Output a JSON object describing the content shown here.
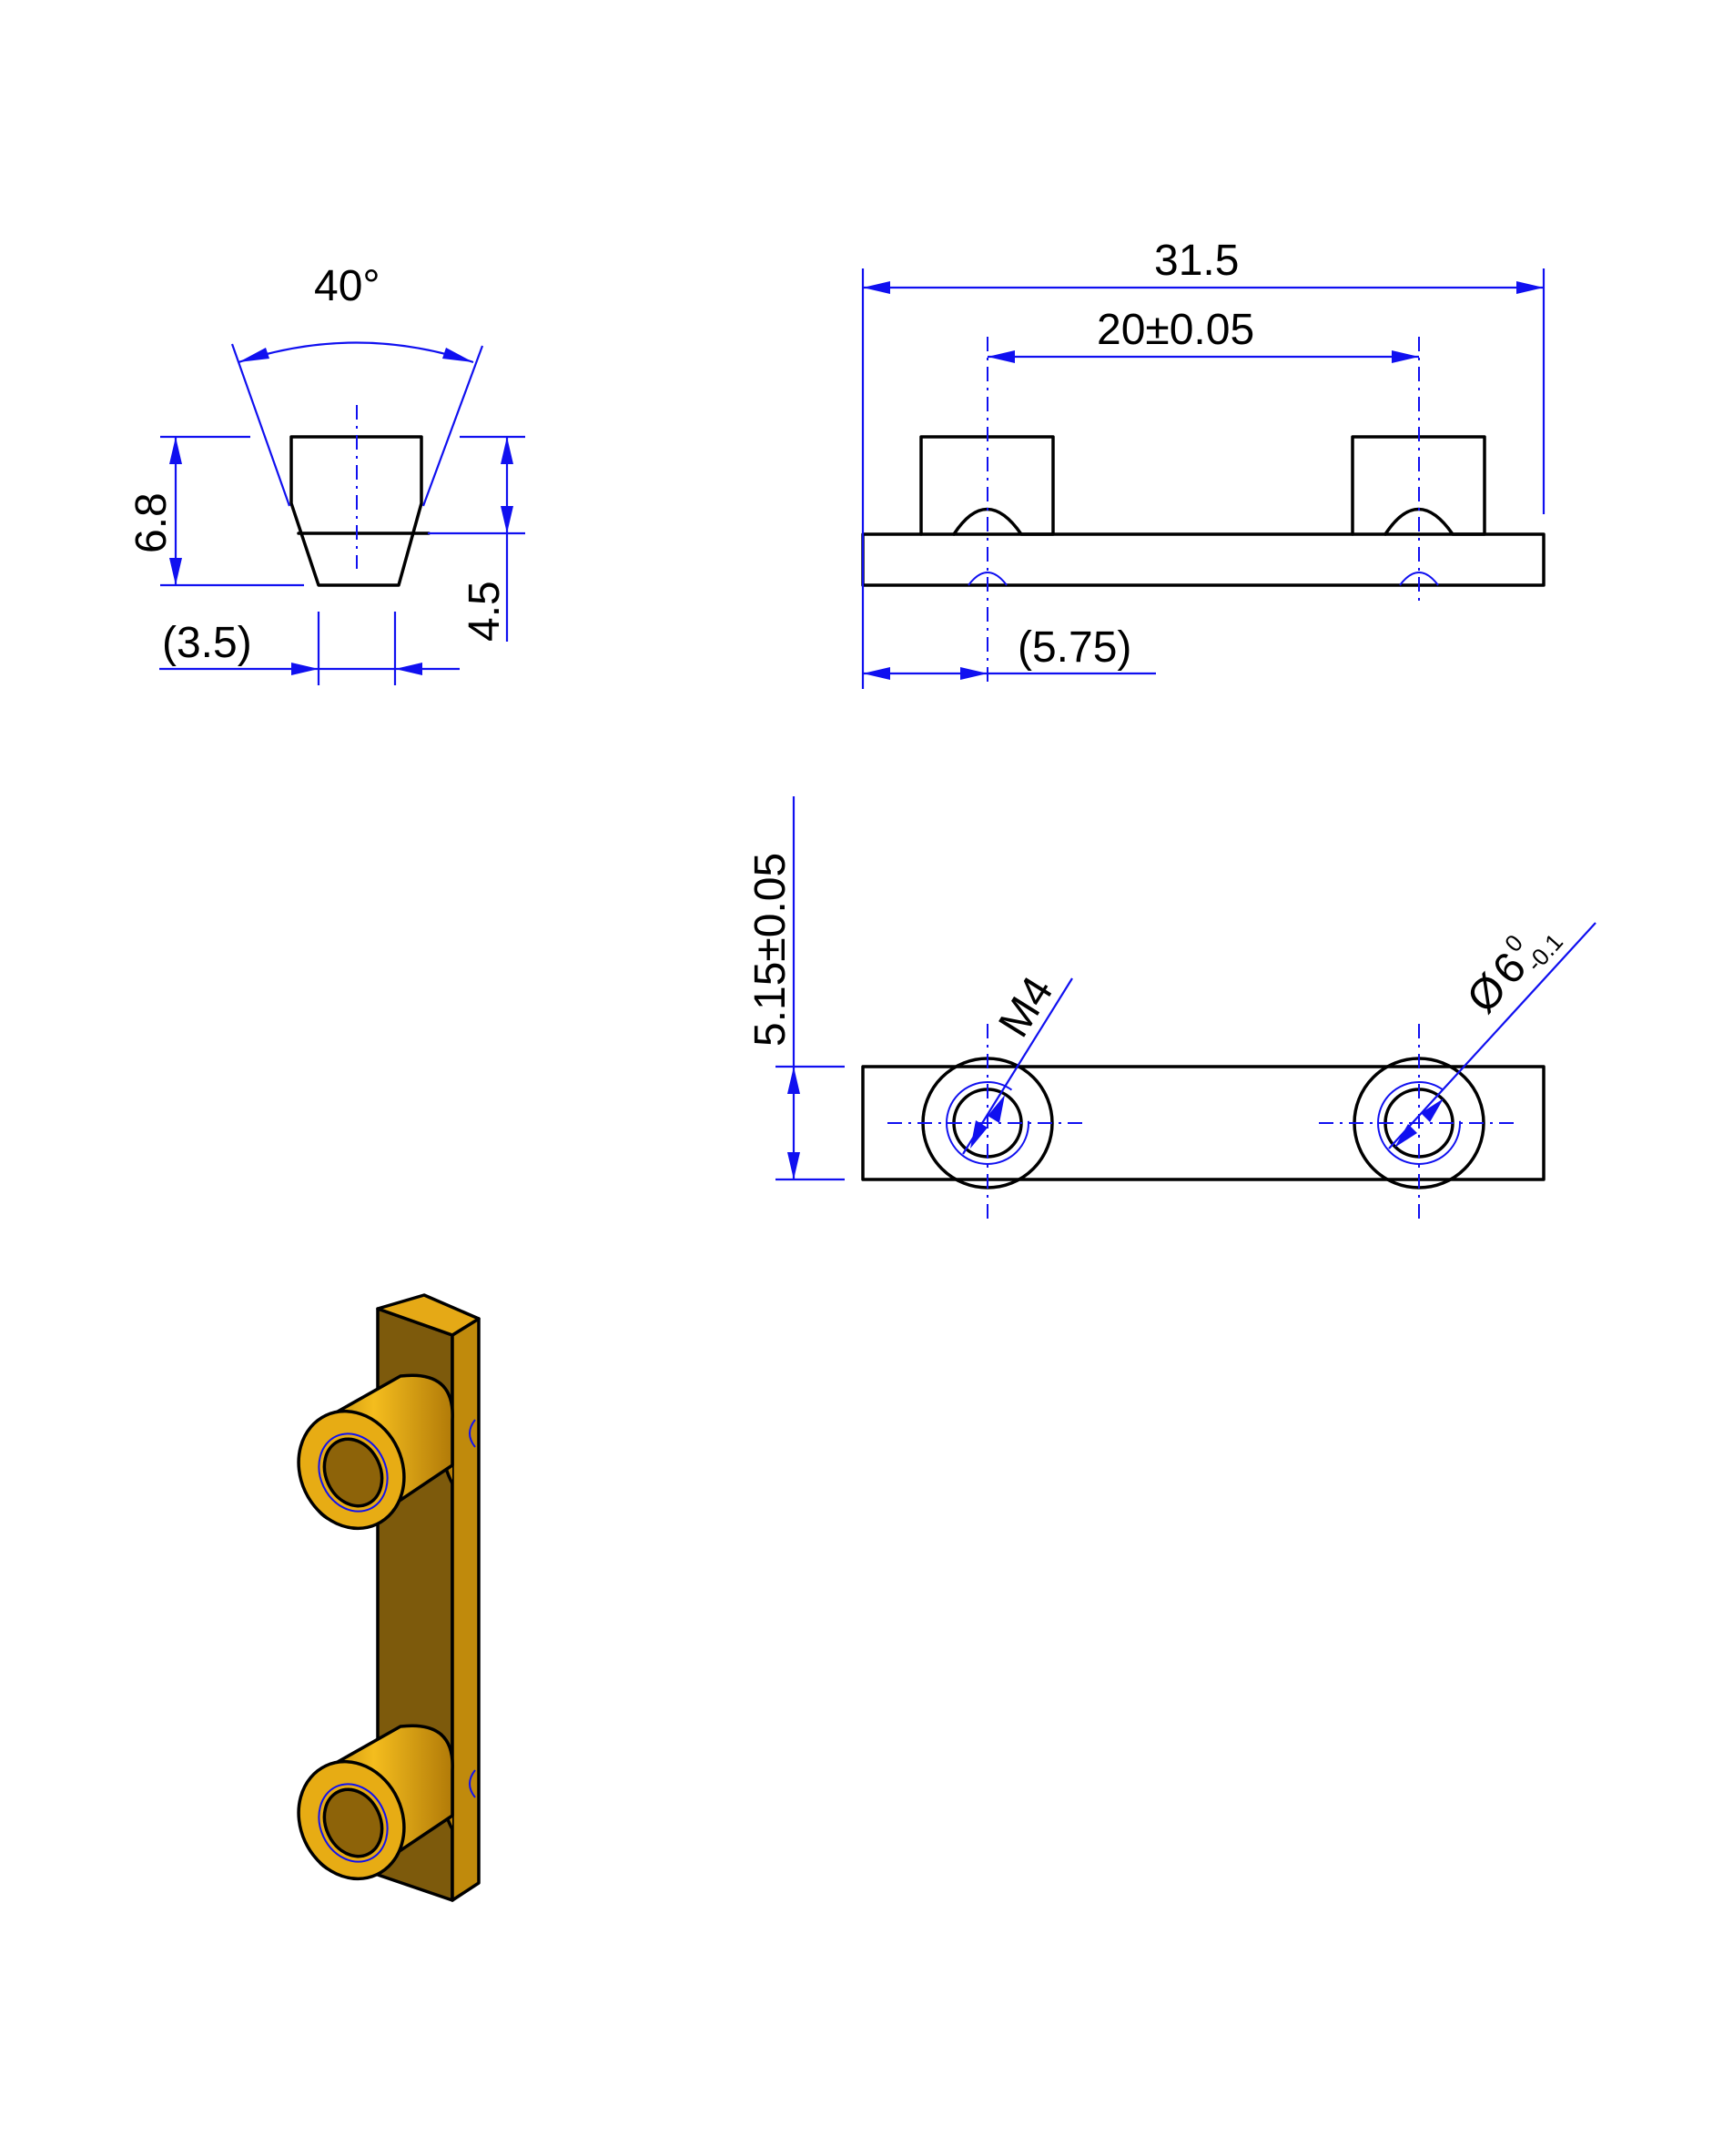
{
  "colors": {
    "dimension": "#1010f0",
    "outline": "#000000",
    "brass_light": "#f0b419",
    "brass_mid": "#c98e0a",
    "brass_dark": "#7d5a0c"
  },
  "front_view": {
    "angle_label": "40°",
    "height_label": "6.8",
    "step_label": "4.5",
    "bottom_width_label": "(3.5)"
  },
  "top_view": {
    "overall_length_label": "31.5",
    "hole_spacing_label": "20±0.05",
    "edge_offset_label": "(5.75)"
  },
  "plan_view": {
    "width_label": "5.15±0.05",
    "thread_label": "M4",
    "diameter_symbol": "Ø",
    "diameter_value": "6",
    "tol_upper": "0",
    "tol_lower": "-0.1"
  }
}
